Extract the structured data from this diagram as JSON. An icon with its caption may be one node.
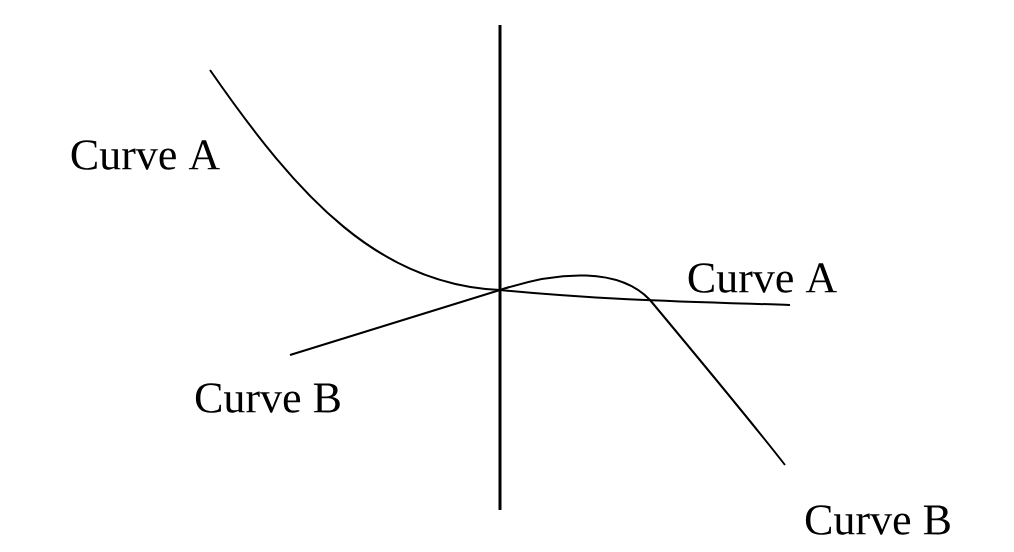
{
  "diagram": {
    "labels": [
      "Curve A",
      "Curve A",
      "Curve B",
      "Curve B"
    ]
  }
}
